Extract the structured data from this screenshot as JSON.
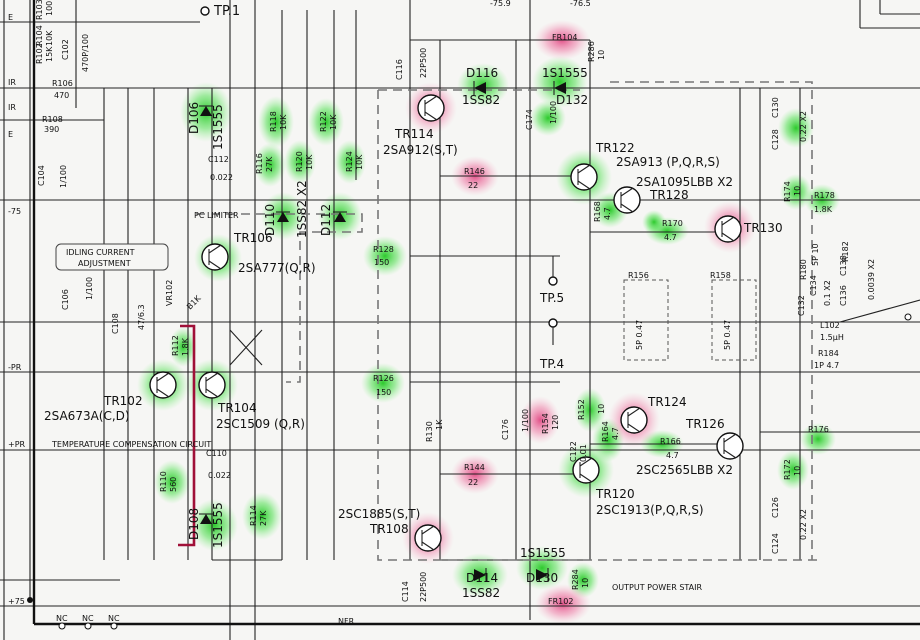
{
  "labels": {
    "tp1": "TP.1",
    "tp4": "TP.4",
    "tp5": "TP.5",
    "pc_limiter": "PC LIMITER",
    "idling": "IDLING CURRENT",
    "adjustment": "ADJUSTMENT",
    "temp_comp": "TEMPERATURE COMPENSATION CIRCUIT",
    "output_stair": "OUTPUT POWER STAIR",
    "rail_e": "E",
    "rail_ir1": "IR",
    "rail_ir2": "IR",
    "rail_e2": "E",
    "rail_m75": "-75",
    "rail_mpr": "-PR",
    "rail_ppr": "+PR",
    "rail_p75": "+75",
    "nc1": "NC",
    "nc2": "NC",
    "nc3": "NC",
    "nfr": "NFR",
    "v_m759": "-75.9",
    "v_m765": "-76.5"
  },
  "transistors": {
    "tr102": "TR102",
    "tr102_type": "2SA673A(C,D)",
    "tr104": "TR104",
    "tr104_type": "2SC1509 (Q,R)",
    "tr106": "TR106",
    "tr106_type": "2SA777(Q,R)",
    "tr108": "TR108",
    "tr108_type": "2SC1885(S,T)",
    "tr114": "TR114",
    "tr114_type": "2SA912(S,T)",
    "tr120": "TR120",
    "tr120_type": "2SC1913(P,Q,R,S)",
    "tr122": "TR122",
    "tr122_type": "2SA913 (P,Q,R,S)",
    "tr124": "TR124",
    "tr126": "TR126",
    "tr126_type": "2SC2565LBB X2",
    "tr128": "TR128",
    "tr128_type": "2SA1095LBB X2",
    "tr130": "TR130"
  },
  "diodes": {
    "d106": "D106",
    "d106_type": "1S1555",
    "d108": "D108",
    "d108_type": "1S1555",
    "d110": "D110",
    "d110_type": "1SS82 X2",
    "d112": "D112",
    "d114": "D114",
    "d114_type": "1SS82",
    "d116": "D116",
    "d116_type": "1SS82",
    "d130": "D130",
    "d130_type": "1S1555",
    "d132": "D132",
    "d132_type": "1S1555"
  },
  "resistors": [
    {
      "name": "R106",
      "value": "470"
    },
    {
      "name": "R108",
      "value": "390"
    },
    {
      "name": "R102",
      "value": "15K"
    },
    {
      "name": "R104",
      "value": "10K"
    },
    {
      "name": "R103",
      "value": "100"
    },
    {
      "name": "R112",
      "value": "1.8K"
    },
    {
      "name": "R110",
      "value": "560"
    },
    {
      "name": "R114",
      "value": "27K"
    },
    {
      "name": "R116",
      "value": "27K"
    },
    {
      "name": "R118",
      "value": "10K"
    },
    {
      "name": "R120",
      "value": "10K"
    },
    {
      "name": "R122",
      "value": "10K"
    },
    {
      "name": "R124",
      "value": "10K"
    },
    {
      "name": "R126",
      "value": "150"
    },
    {
      "name": "R128",
      "value": "150"
    },
    {
      "name": "R130",
      "value": "1K"
    },
    {
      "name": "R144",
      "value": "22"
    },
    {
      "name": "R146",
      "value": "22"
    },
    {
      "name": "R152",
      "value": "10"
    },
    {
      "name": "R154",
      "value": "120"
    },
    {
      "name": "R156",
      "value": "5P 0.47"
    },
    {
      "name": "R158",
      "value": "5P 0.47"
    },
    {
      "name": "R164",
      "value": "4.7"
    },
    {
      "name": "R166",
      "value": "4.7"
    },
    {
      "name": "R168",
      "value": "4.7"
    },
    {
      "name": "R170",
      "value": "4.7"
    },
    {
      "name": "R172",
      "value": "10"
    },
    {
      "name": "R174",
      "value": "10"
    },
    {
      "name": "R176",
      "value": ""
    },
    {
      "name": "R178",
      "value": "1.8K"
    },
    {
      "name": "R180",
      "value": "5P 10"
    },
    {
      "name": "R182",
      "value": ""
    },
    {
      "name": "R184",
      "value": "1P 4.7"
    },
    {
      "name": "R284",
      "value": "10"
    },
    {
      "name": "R286",
      "value": "10"
    },
    {
      "name": "FR102",
      "value": ""
    },
    {
      "name": "FR104",
      "value": ""
    },
    {
      "name": "VR102",
      "value": "B1K"
    }
  ],
  "capacitors": [
    {
      "name": "C102",
      "value": "470P/100"
    },
    {
      "name": "C104",
      "value": "1/100"
    },
    {
      "name": "C106",
      "value": "1/100"
    },
    {
      "name": "C108",
      "value": "47/6.3"
    },
    {
      "name": "C110",
      "value": "0.022"
    },
    {
      "name": "C112",
      "value": "0.022"
    },
    {
      "name": "C114",
      "value": "22P500"
    },
    {
      "name": "C116",
      "value": "22P500"
    },
    {
      "name": "C122",
      "value": "0.01"
    },
    {
      "name": "C124",
      "value": "0.22 X2"
    },
    {
      "name": "C126",
      "value": ""
    },
    {
      "name": "C128",
      "value": "0.22 X2"
    },
    {
      "name": "C130",
      "value": ""
    },
    {
      "name": "C132",
      "value": "0.1 X2"
    },
    {
      "name": "C134",
      "value": ""
    },
    {
      "name": "C136",
      "value": "0.0039 X2"
    },
    {
      "name": "C138",
      "value": ""
    },
    {
      "name": "C174",
      "value": "1/100"
    },
    {
      "name": "C176",
      "value": "1/100"
    }
  ],
  "inductor": {
    "name": "L102",
    "value": "1.5μH"
  },
  "highlights": {
    "green": "#2ec82e",
    "pink": "#e8508c",
    "trace": "#a01038"
  }
}
